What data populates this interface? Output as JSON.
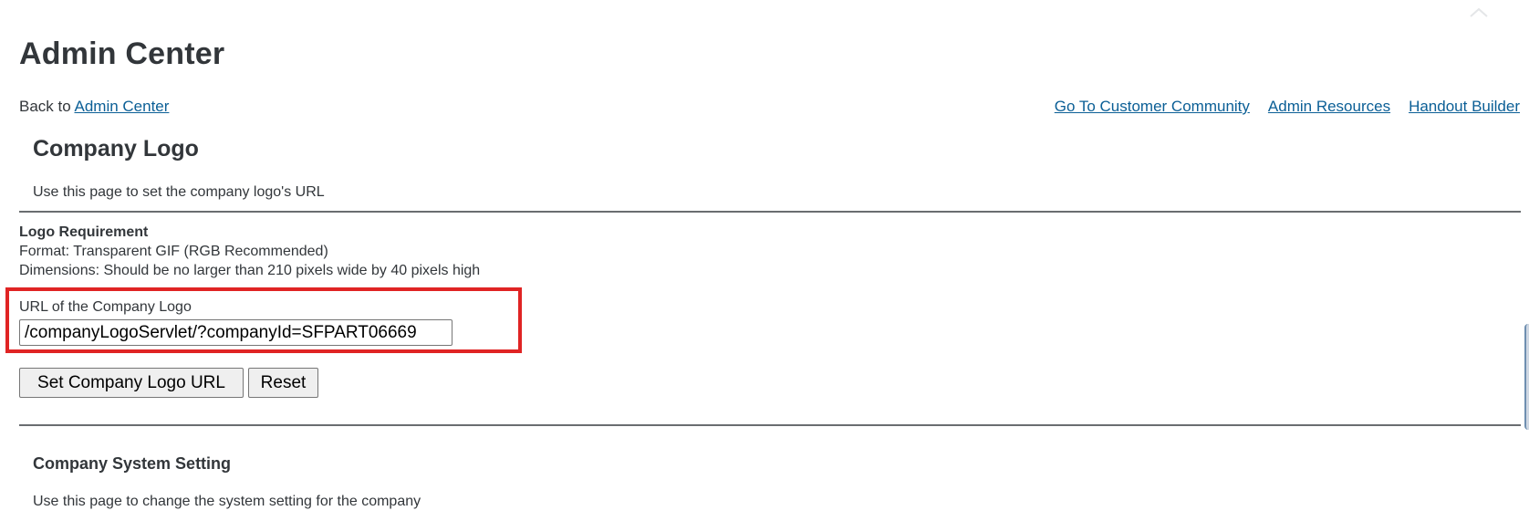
{
  "header": {
    "title": "Admin Center",
    "breadcrumb_prefix": "Back to ",
    "breadcrumb_link": "Admin Center",
    "links": [
      "Go To Customer Community",
      "Admin Resources",
      "Handout Builder"
    ]
  },
  "company_logo": {
    "title": "Company Logo",
    "description": "Use this page to set the company logo's URL",
    "requirement_title": "Logo Requirement",
    "format_line": "Format: Transparent GIF (RGB Recommended)",
    "dimensions_line": "Dimensions: Should be no larger than 210 pixels wide by 40 pixels high",
    "url_label": "URL of the Company Logo",
    "url_value": "/companyLogoServlet/?companyId=SFPART06669",
    "set_button": "Set Company Logo URL",
    "reset_button": "Reset"
  },
  "system_setting": {
    "title": "Company System Setting",
    "description": "Use this page to change the system setting for the company"
  },
  "colors": {
    "highlight": "#e02424",
    "link": "#0b5f96",
    "text": "#32363a"
  },
  "icons": {
    "scroll_top": "chevron-up-icon"
  }
}
